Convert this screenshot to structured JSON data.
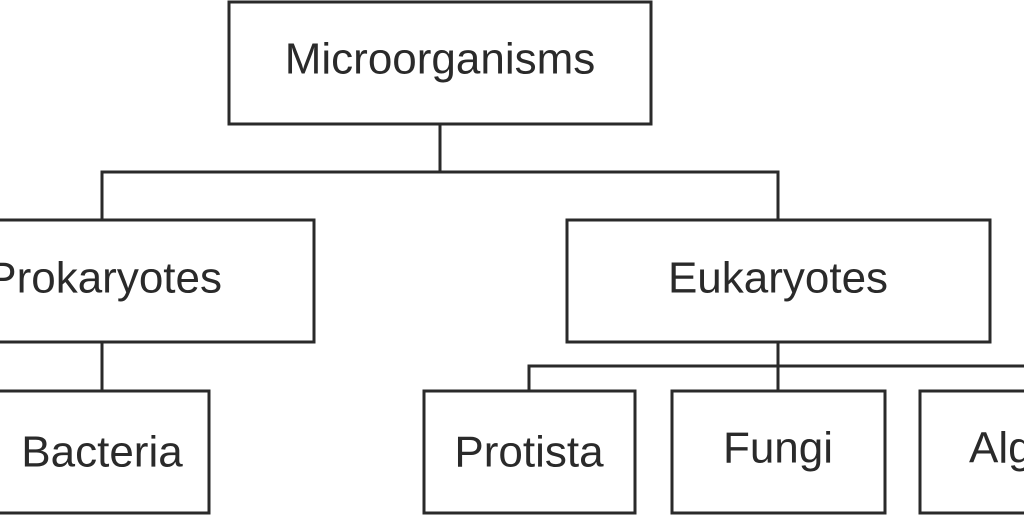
{
  "diagram": {
    "root": {
      "label": "Microorganisms"
    },
    "prokaryotes": {
      "label": "Prokaryotes"
    },
    "eukaryotes": {
      "label": "Eukaryotes"
    },
    "bacteria": {
      "label": "Bacteria"
    },
    "protista": {
      "label": "Protista"
    },
    "fungi": {
      "label": "Fungi"
    },
    "algae": {
      "label": "Algae"
    }
  },
  "colors": {
    "stroke": "#2a2a2a",
    "text": "#2a2a2a",
    "background": "#ffffff"
  }
}
